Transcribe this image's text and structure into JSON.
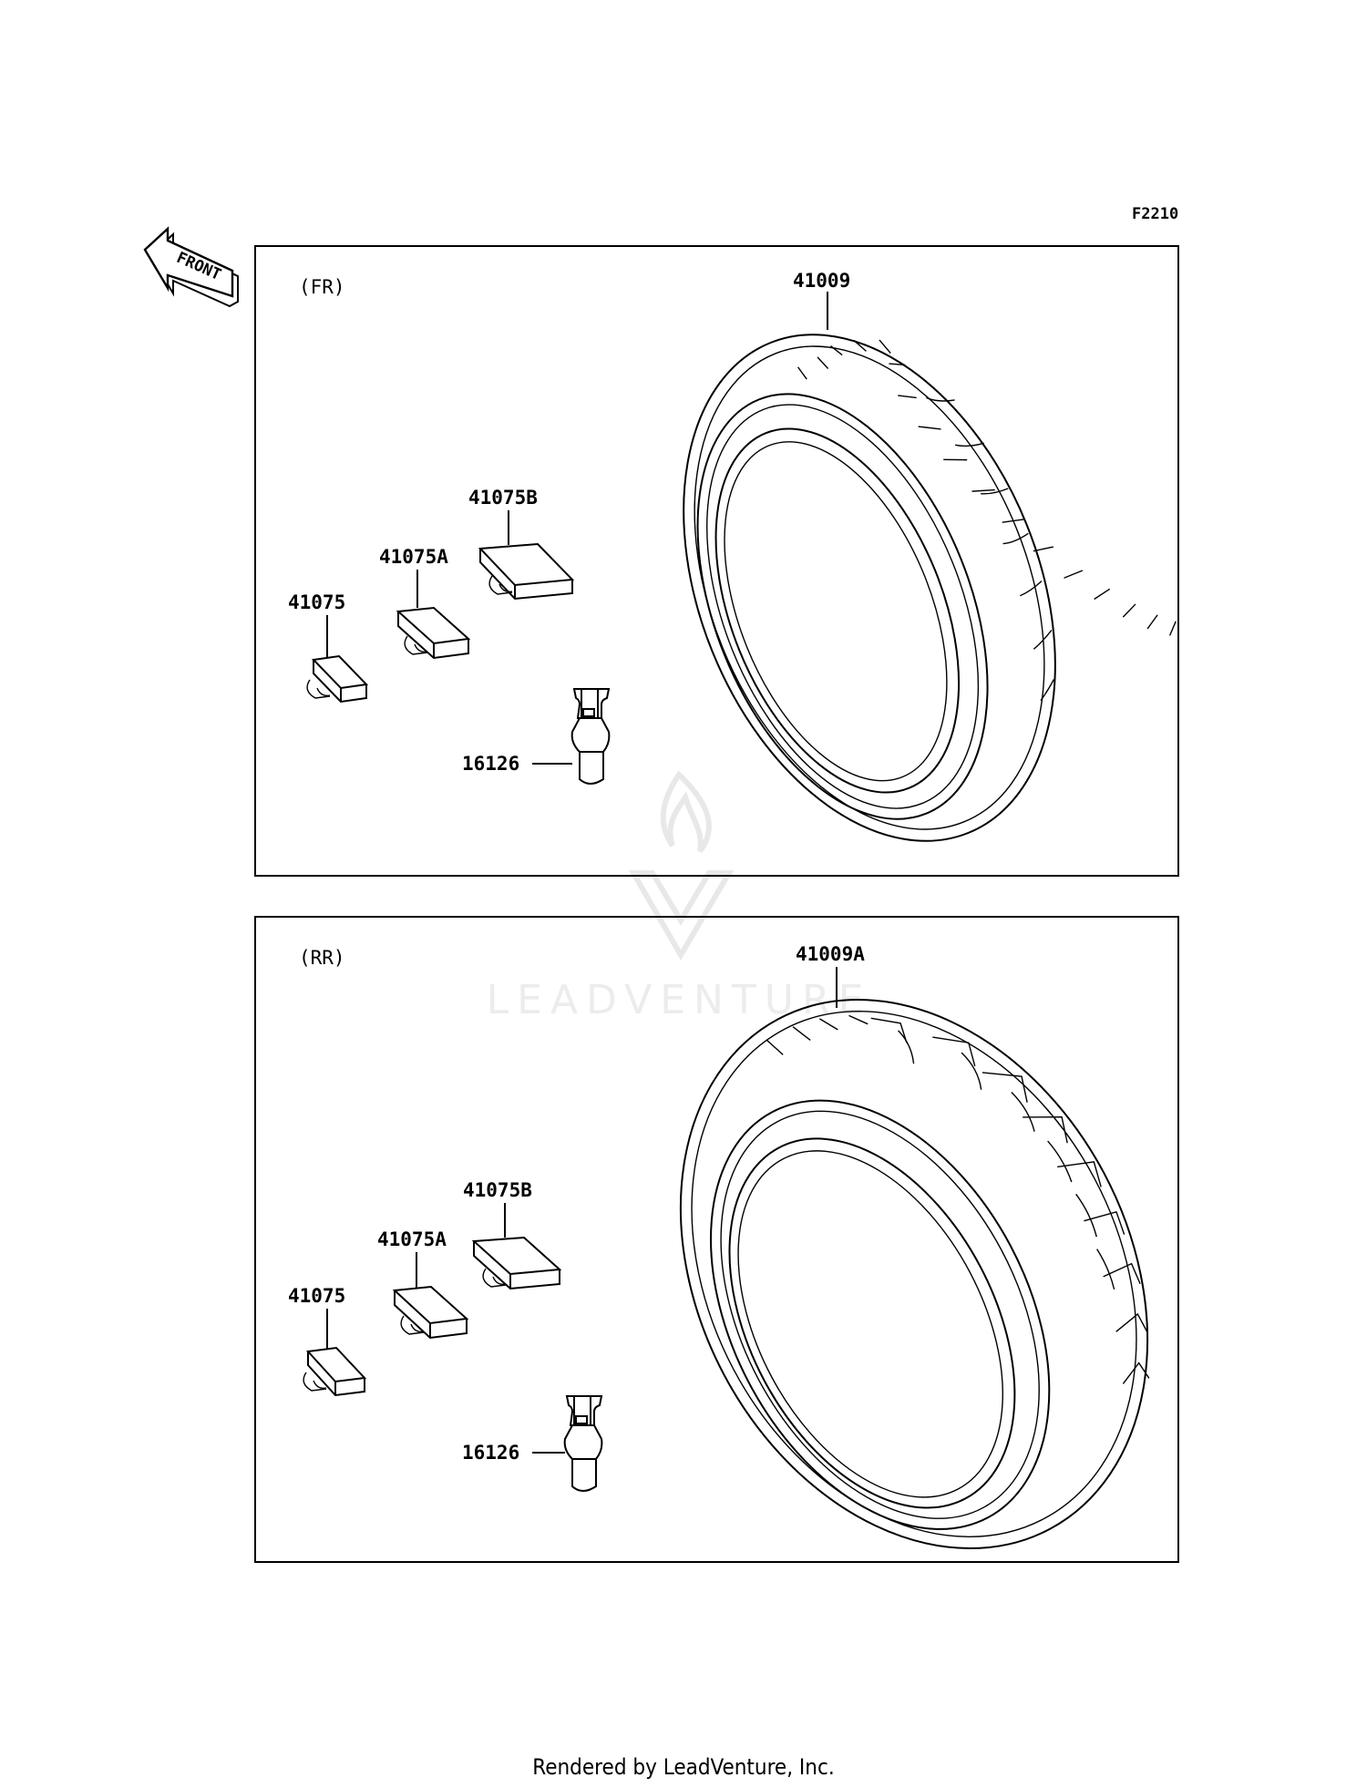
{
  "figure_code": "F2210",
  "front_arrow_label": "FRONT",
  "watermark": "LEADVENTURE",
  "footer": "Rendered by LeadVenture, Inc.",
  "front_section": {
    "label": "(FR)",
    "tire_part": "41009",
    "weight_part": "41075",
    "weight_a_part": "41075A",
    "weight_b_part": "41075B",
    "valve_part": "16126"
  },
  "rear_section": {
    "label": "(RR)",
    "tire_part": "41009A",
    "weight_part": "41075",
    "weight_a_part": "41075A",
    "weight_b_part": "41075B",
    "valve_part": "16126"
  }
}
